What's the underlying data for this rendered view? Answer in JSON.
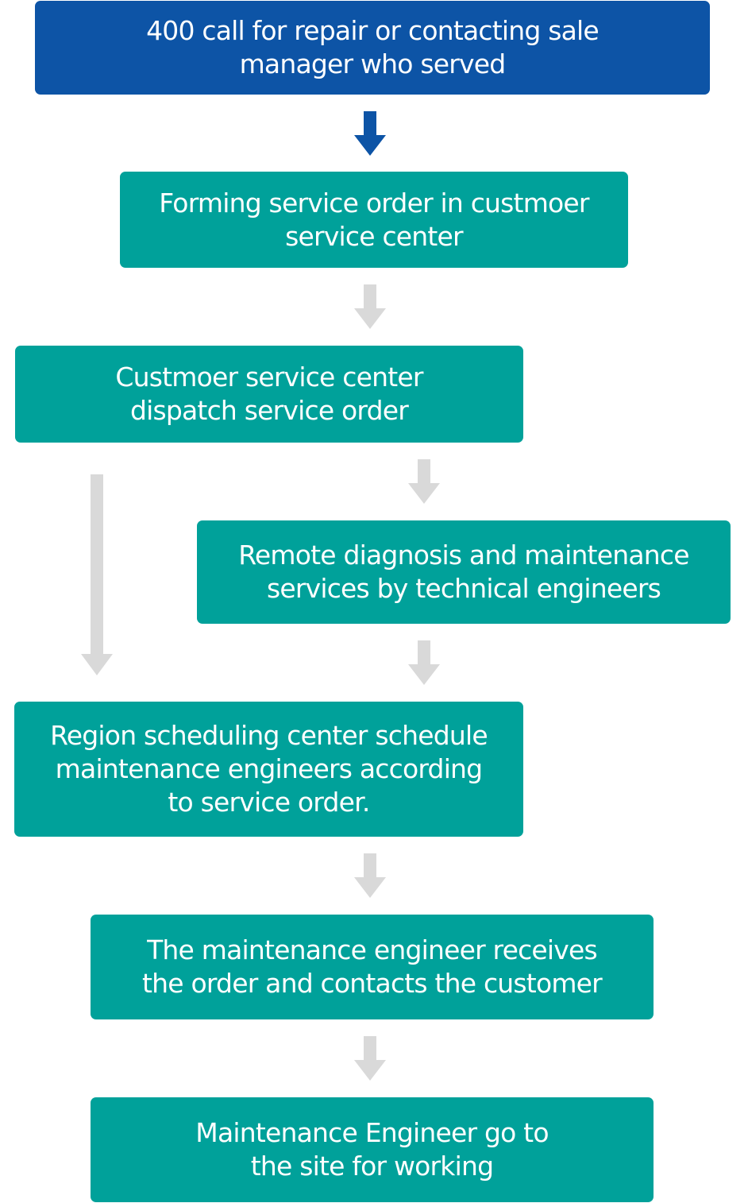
{
  "colors": {
    "start_box": "#0d54a6",
    "step_box": "#00a19a",
    "arrow_primary": "#0d54a6",
    "arrow_secondary": "#d9d9d9"
  },
  "steps": [
    {
      "lines": [
        "400 call for repair or contacting  sale",
        "manager who served"
      ]
    },
    {
      "lines": [
        "Forming service order in custmoer",
        "service center"
      ]
    },
    {
      "lines": [
        "Custmoer service center",
        "dispatch service order"
      ]
    },
    {
      "lines": [
        "Remote diagnosis and maintenance",
        "services by technical engineers"
      ]
    },
    {
      "lines": [
        "Region scheduling center schedule",
        "maintenance engineers according",
        "to service order."
      ]
    },
    {
      "lines": [
        "The maintenance engineer receives",
        "the order and contacts the customer"
      ]
    },
    {
      "lines": [
        "Maintenance Engineer go to",
        "the site for working"
      ]
    }
  ]
}
